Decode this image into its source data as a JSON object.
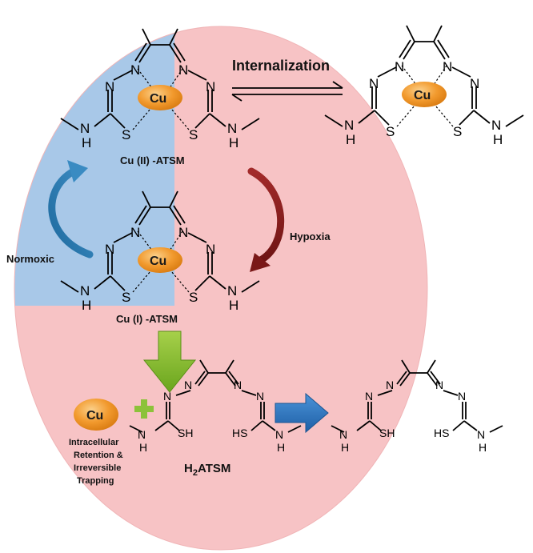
{
  "labels": {
    "internalization": "Internalization",
    "cu2_atsm": "Cu (II) -ATSM",
    "cu1_atsm": "Cu (I) -ATSM",
    "normoxic": "Normoxic",
    "hypoxia": "Hypoxia",
    "h2atsm_sub": "2",
    "h2atsm_head": "H",
    "h2atsm_tail": "ATSM",
    "retention_line1": "Intracellular",
    "retention_line2": "Retention &",
    "retention_line3": "Irreversible",
    "retention_line4": "Trapping"
  },
  "atoms": {
    "metal": "Cu",
    "nitrogen": "N",
    "sulfur": "S",
    "hydrogen": "H",
    "thiol": "SH",
    "thiol_left": "HS",
    "amine": "NH"
  },
  "colors": {
    "ellipse_pink": "#f7c3c5",
    "blue_region": "#a8c8e8",
    "cu_orange": "#f29a2e",
    "green_arrow": "#7fb62a",
    "blue_arrow": "#2f78c4",
    "normoxic_arrow": "#2b79b0",
    "hypoxia_arrow": "#8b1a1a"
  }
}
